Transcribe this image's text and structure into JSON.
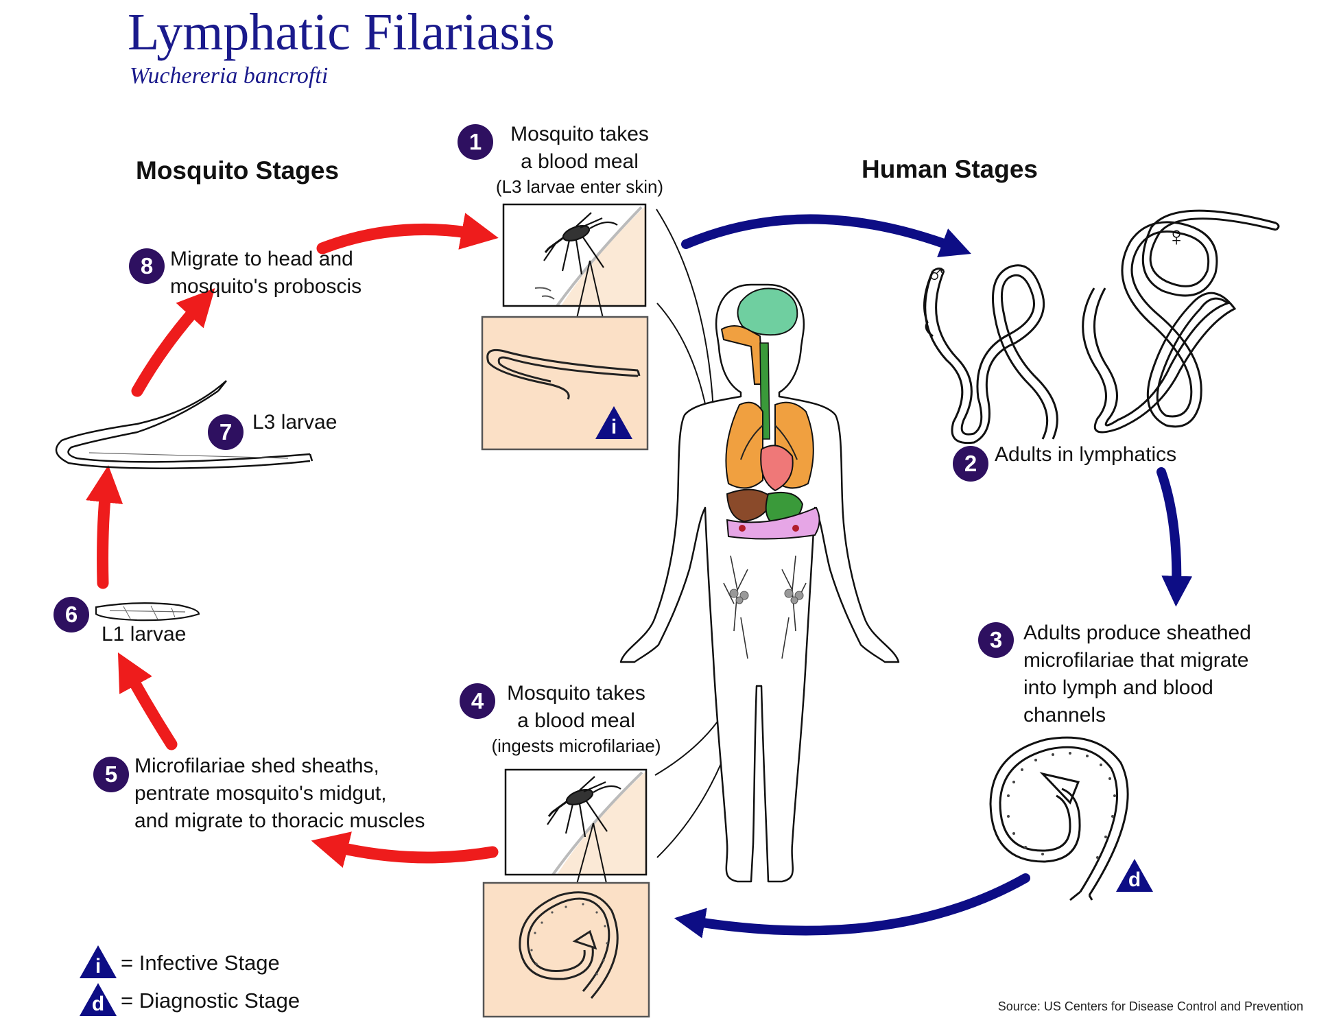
{
  "title": "Lymphatic Filariasis",
  "subtitle": "Wuchereria bancrofti",
  "sections": {
    "mosquito_stages": "Mosquito Stages",
    "human_stages": "Human Stages"
  },
  "steps": [
    {
      "number": "1",
      "line1": "Mosquito takes",
      "line2": "a blood meal",
      "note": "(L3 larvae enter skin)"
    },
    {
      "number": "2",
      "line1": "Adults in lymphatics"
    },
    {
      "number": "3",
      "line1": "Adults produce sheathed",
      "line2": "microfilariae that migrate",
      "line3": "into lymph and blood",
      "line4": "channels"
    },
    {
      "number": "4",
      "line1": "Mosquito takes",
      "line2": "a blood meal",
      "note": "(ingests microfilariae)"
    },
    {
      "number": "5",
      "line1": "Microfilariae shed sheaths,",
      "line2": "pentrate mosquito's midgut,",
      "line3": "and migrate to thoracic muscles"
    },
    {
      "number": "6",
      "line1": "L1 larvae"
    },
    {
      "number": "7",
      "line1": "L3 larvae"
    },
    {
      "number": "8",
      "line1": "Migrate to head and",
      "line2": "mosquito's proboscis"
    }
  ],
  "symbols": {
    "male": "♂",
    "female": "♀",
    "infective_letter": "i",
    "diagnostic_letter": "d"
  },
  "legend": {
    "infective_letter": "i",
    "infective_text": "= Infective Stage",
    "diagnostic_letter": "d",
    "diagnostic_text": "= Diagnostic Stage"
  },
  "source": "Source: US Centers for Disease Control and Prevention",
  "colors": {
    "title": "#1a1a8c",
    "badge": "#2e1060",
    "mosquito_arrows": "#ee1c1c",
    "human_arrows": "#0d0d85",
    "triangle": "#0d0d85",
    "skin_panel": "#fbe0c6",
    "brain": "#6fcfa0",
    "lungs": "#f0a040",
    "heart": "#ef7878",
    "liver": "#8a4a2a",
    "stomach": "#3a9a3a",
    "intestine": "#e6a6e6"
  }
}
